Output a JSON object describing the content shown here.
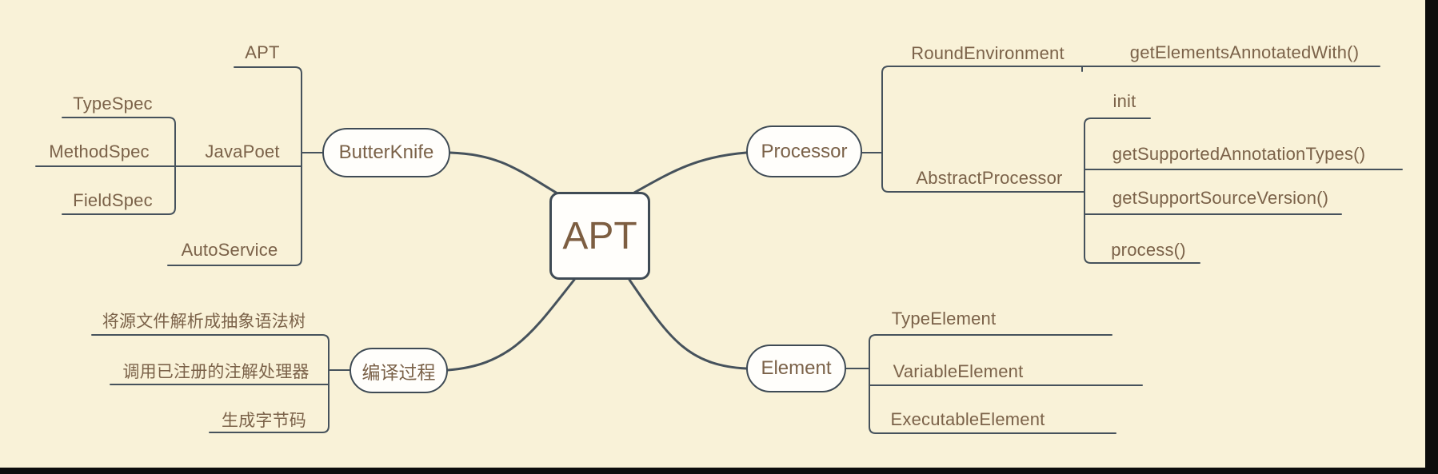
{
  "palette": {
    "background": "#f9f2d8",
    "line": "#46525c",
    "text": "#7b6249",
    "central_text": "#7d5e41",
    "node_fill": "#fffefb",
    "node_border": "#3f4b55",
    "frame": "#0d0d0d"
  },
  "mindmap": {
    "root": "APT",
    "branches": [
      {
        "label": "ButterKnife",
        "children": [
          {
            "label": "APT"
          },
          {
            "label": "JavaPoet",
            "children": [
              {
                "label": "TypeSpec"
              },
              {
                "label": "MethodSpec"
              },
              {
                "label": "FieldSpec"
              }
            ]
          },
          {
            "label": "AutoService"
          }
        ]
      },
      {
        "label": "Processor",
        "children": [
          {
            "label": "RoundEnvironment",
            "children": [
              {
                "label": "getElementsAnnotatedWith()"
              }
            ]
          },
          {
            "label": "AbstractProcessor",
            "children": [
              {
                "label": "init"
              },
              {
                "label": "getSupportedAnnotationTypes()"
              },
              {
                "label": "getSupportSourceVersion()"
              },
              {
                "label": "process()"
              }
            ]
          }
        ]
      },
      {
        "label": "编译过程",
        "children": [
          {
            "label": "将源文件解析成抽象语法树"
          },
          {
            "label": "调用已注册的注解处理器"
          },
          {
            "label": "生成字节码"
          }
        ]
      },
      {
        "label": "Element",
        "children": [
          {
            "label": "TypeElement"
          },
          {
            "label": "VariableElement"
          },
          {
            "label": "ExecutableElement"
          }
        ]
      }
    ]
  }
}
